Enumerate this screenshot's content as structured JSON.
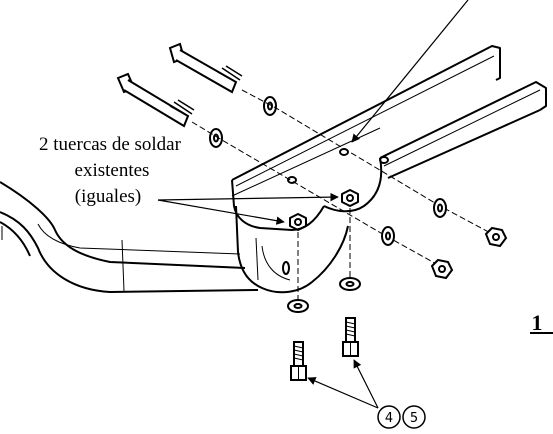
{
  "callout": {
    "line1": "2 tuercas de soldar",
    "line2": "existentes",
    "line3": "(iguales)"
  },
  "step_number": "1",
  "part_refs": [
    "4",
    "5"
  ],
  "colors": {
    "ink": "#000000",
    "paper": "#ffffff"
  }
}
